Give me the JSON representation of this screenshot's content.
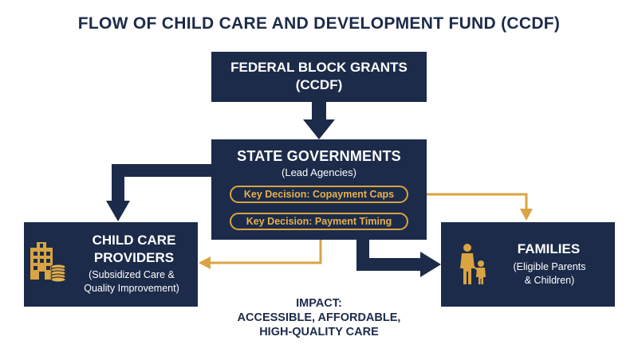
{
  "title": "FLOW OF CHILD CARE AND DEVELOPMENT FUND (CCDF)",
  "federal": {
    "line1": "FEDERAL BLOCK GRANTS",
    "line2": "(CCDF)"
  },
  "state": {
    "title": "STATE GOVERNMENTS",
    "subtitle": "(Lead Agencies)",
    "decisions": [
      "Key Decision: Copayment Caps",
      "Key Decision: Payment Timing"
    ]
  },
  "providers": {
    "line1": "CHILD CARE",
    "line2": "PROVIDERS",
    "sub1": "(Subsidized Care &",
    "sub2": "Quality Improvement)",
    "icon": "building-coins-icon"
  },
  "families": {
    "title": "FAMILIES",
    "sub1": "(Eligible Parents",
    "sub2": "& Children)",
    "icon": "parent-child-icon"
  },
  "impact": {
    "line1": "IMPACT:",
    "line2": "ACCESSIBLE, AFFORDABLE,",
    "line3": "HIGH-QUALITY CARE"
  },
  "colors": {
    "navy": "#1c2b4a",
    "gold": "#d9a441",
    "white": "#ffffff"
  }
}
